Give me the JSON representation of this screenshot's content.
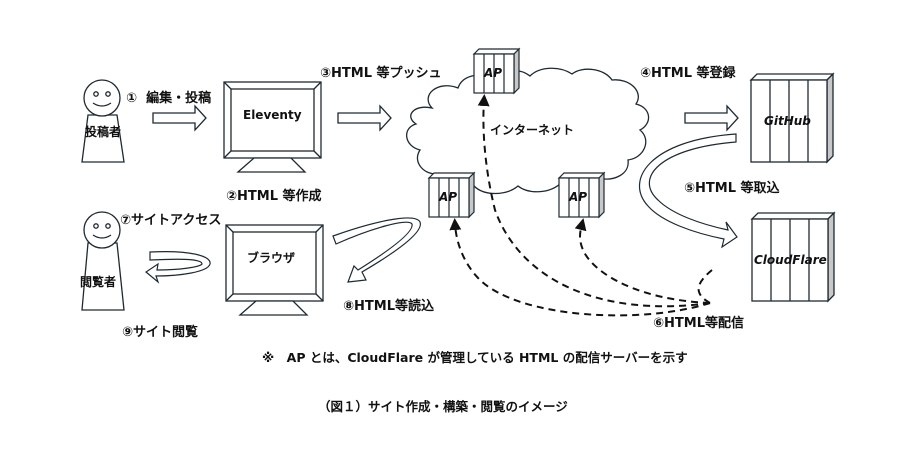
{
  "diagram": {
    "actors": {
      "poster": {
        "label": "投稿者"
      },
      "viewer": {
        "label": "閲覧者"
      }
    },
    "screens": {
      "eleventy": {
        "label": "Eleventy"
      },
      "browser": {
        "label": "ブラウザ"
      }
    },
    "cloud": {
      "label": "インターネット"
    },
    "access_points": [
      {
        "label": "AP"
      },
      {
        "label": "AP"
      },
      {
        "label": "AP"
      }
    ],
    "servers": {
      "github": {
        "label": "GitHub"
      },
      "cloudflare": {
        "label": "CloudFlare"
      }
    },
    "steps": [
      {
        "num": "①",
        "text": "編集・投稿"
      },
      {
        "num": "②",
        "text": "HTML 等作成"
      },
      {
        "num": "③",
        "text": "HTML 等プッシュ"
      },
      {
        "num": "④",
        "text": "HTML 等登録"
      },
      {
        "num": "⑤",
        "text": "HTML 等取込"
      },
      {
        "num": "⑥",
        "text": "HTML等配信"
      },
      {
        "num": "⑦",
        "text": "サイトアクセス"
      },
      {
        "num": "⑧",
        "text": "HTML等読込"
      },
      {
        "num": "⑨",
        "text": "サイト閲覧"
      }
    ],
    "note": "※　AP とは、CloudFlare が管理している HTML の配信サーバーを示す",
    "caption": "（図１）サイト作成・構築・閲覧のイメージ"
  },
  "colors": {
    "stroke": "#1e2a33",
    "text": "#111111",
    "server_side": "#c8c8c8"
  }
}
